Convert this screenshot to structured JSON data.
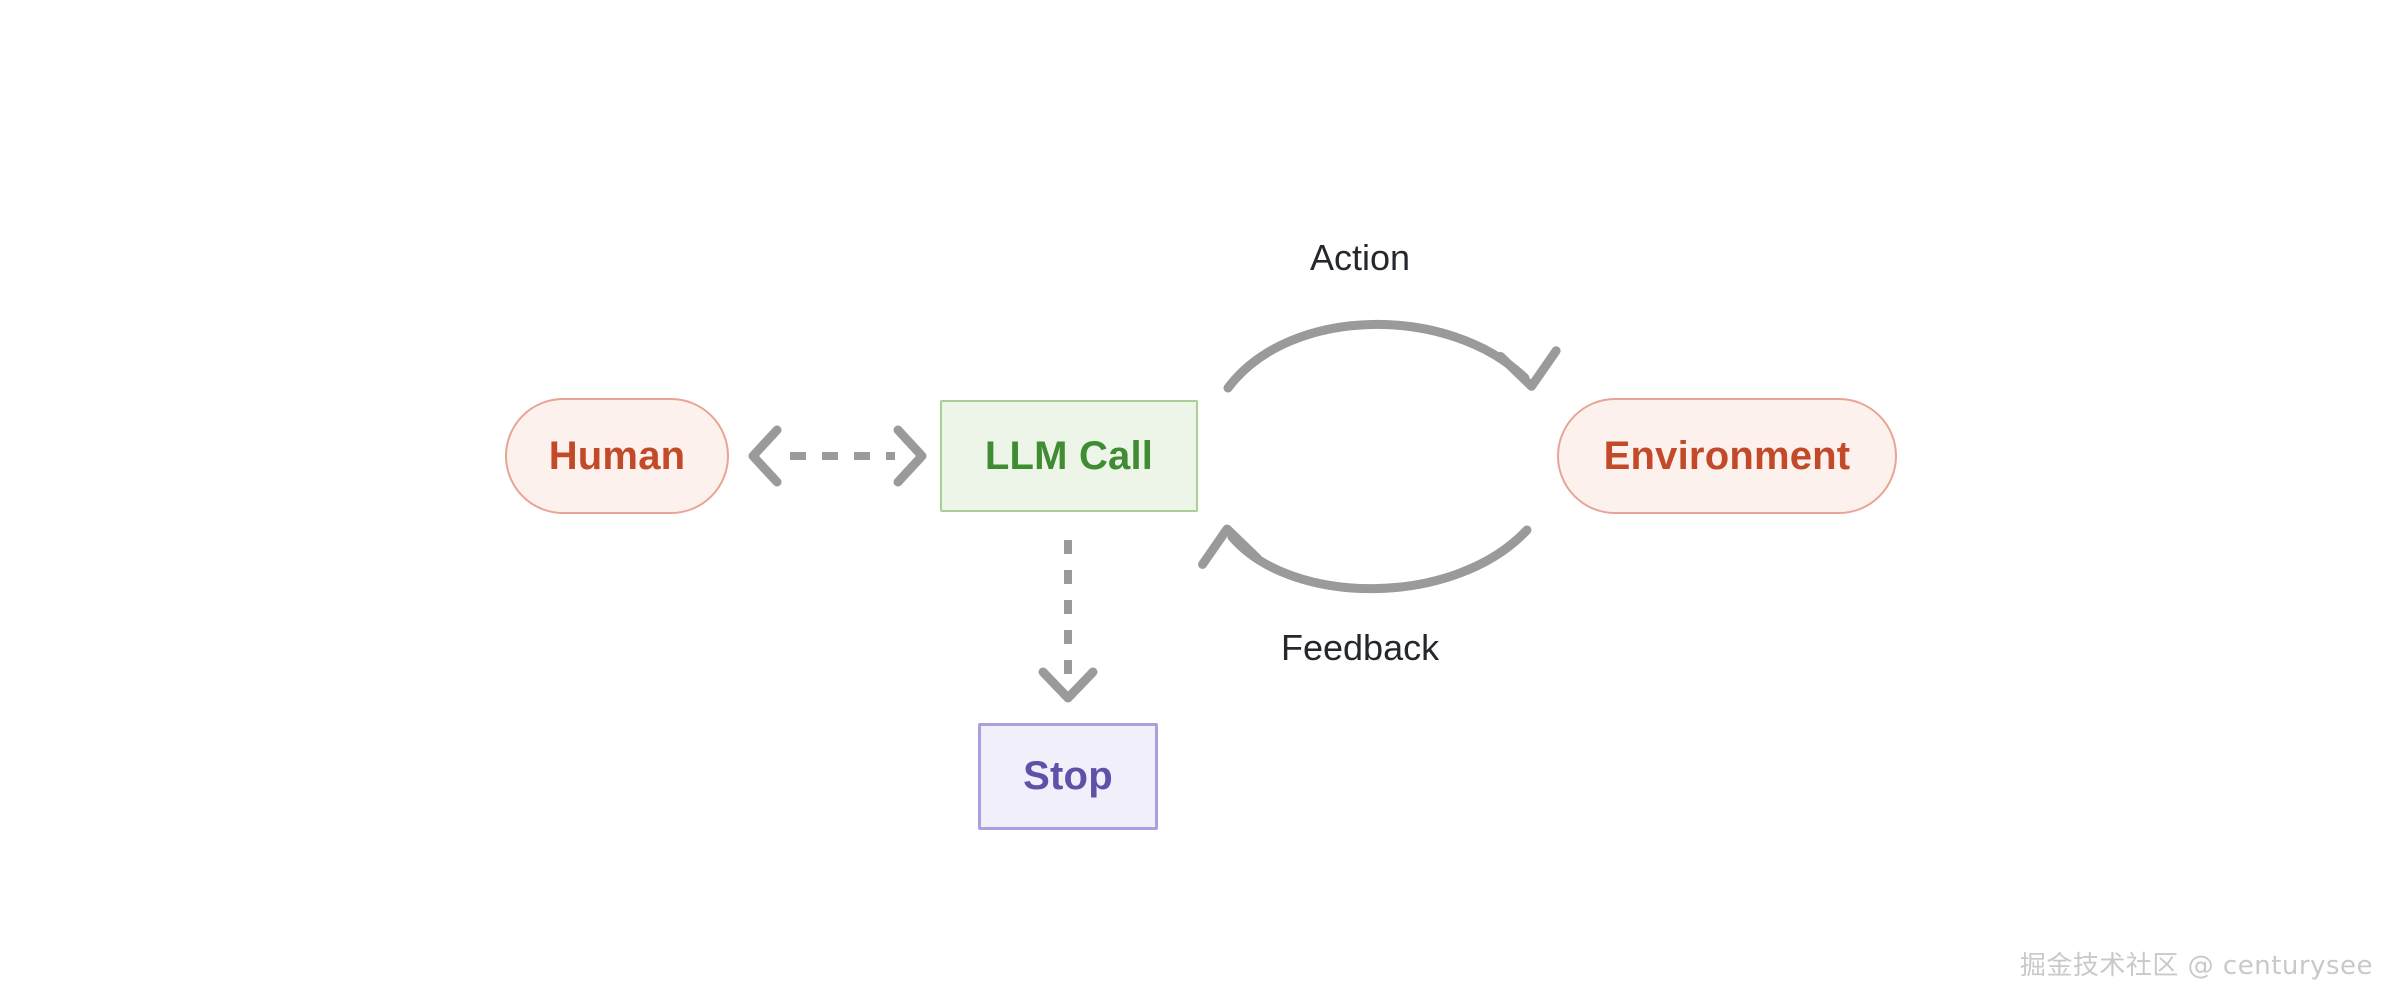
{
  "diagram": {
    "title": "LLM agent loop diagram",
    "background_color": "#ffffff",
    "nodes": [
      {
        "id": "human",
        "label": "Human",
        "shape": "pill",
        "fill": "#fdf1ed",
        "border": "#e8a496",
        "text_color": "#c24a28"
      },
      {
        "id": "llm_call",
        "label": "LLM Call",
        "shape": "rectangle",
        "fill": "#edf5e8",
        "border": "#a9cf95",
        "text_color": "#3f8c32"
      },
      {
        "id": "environment",
        "label": "Environment",
        "shape": "pill",
        "fill": "#fdf1ed",
        "border": "#e8a496",
        "text_color": "#c24a28"
      },
      {
        "id": "stop",
        "label": "Stop",
        "shape": "rectangle",
        "fill": "#f1f0fa",
        "border": "#a8a1e0",
        "text_color": "#5d51a8"
      }
    ],
    "edges": [
      {
        "id": "human_llm",
        "from": "human",
        "to": "llm_call",
        "label": "",
        "style": "dashed",
        "arrowheads": "both",
        "color": "#9a9a9a"
      },
      {
        "id": "action",
        "from": "llm_call",
        "to": "environment",
        "label": "Action",
        "style": "solid-curve",
        "arrowheads": "end",
        "color": "#9a9a9a"
      },
      {
        "id": "feedback",
        "from": "environment",
        "to": "llm_call",
        "label": "Feedback",
        "style": "solid-curve",
        "arrowheads": "end",
        "color": "#9a9a9a"
      },
      {
        "id": "llm_stop",
        "from": "llm_call",
        "to": "stop",
        "label": "",
        "style": "dashed",
        "arrowheads": "end",
        "color": "#9a9a9a"
      }
    ],
    "labels": {
      "action": "Action",
      "feedback": "Feedback"
    },
    "watermark": "掘金技术社区 @ centurysee"
  }
}
